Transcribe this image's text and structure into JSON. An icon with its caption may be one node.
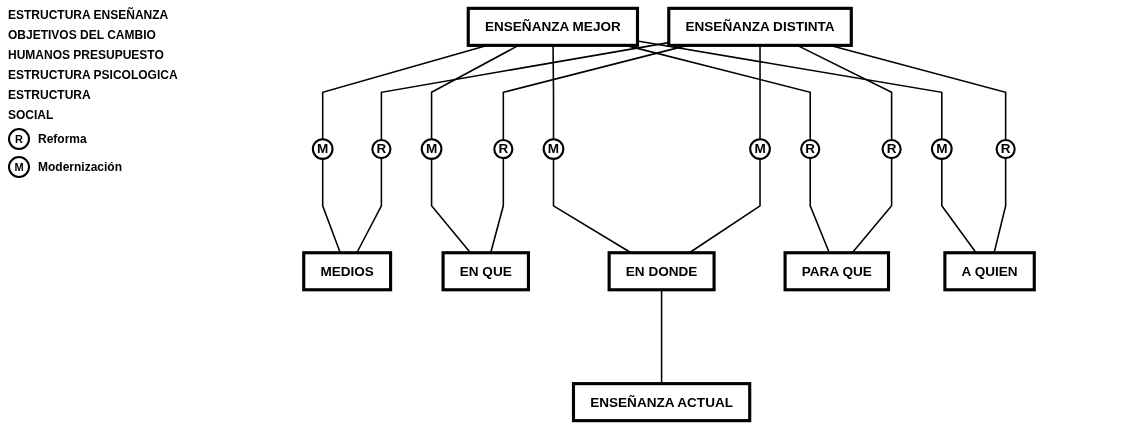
{
  "diagram": {
    "nodes": [
      {
        "text": [
          "ENSEÑANZA MEJOR"
        ]
      },
      {
        "text": [
          "ENSEÑANZA DISTINTA"
        ]
      },
      {
        "text": [
          "M"
        ]
      },
      {
        "text": [
          "R"
        ]
      },
      {
        "text": [
          "M"
        ]
      },
      {
        "text": [
          "R"
        ]
      },
      {
        "text": [
          "M"
        ]
      },
      {
        "text": [
          "M"
        ]
      },
      {
        "text": [
          "R"
        ]
      },
      {
        "text": [
          "R"
        ]
      },
      {
        "text": [
          "M"
        ]
      },
      {
        "text": [
          "R"
        ]
      },
      {
        "text": [
          "MEDIOS"
        ]
      },
      {
        "text": [
          "EN QUE"
        ]
      },
      {
        "text": [
          "EN DONDE"
        ]
      },
      {
        "text": [
          "PARA QUE"
        ]
      },
      {
        "text": [
          "A QUIEN"
        ]
      },
      {
        "text": [
          "ENSEÑANZA ACTUAL"
        ]
      }
    ],
    "edges": [
      {
        "from": 0,
        "to": 2,
        "arrow": "none"
      },
      {
        "from": 2,
        "to": 12,
        "arrow": "none"
      },
      {
        "from": 1,
        "to": 3,
        "arrow": "none"
      },
      {
        "from": 3,
        "to": 12,
        "arrow": "none"
      },
      {
        "from": 0,
        "to": 4,
        "arrow": "none"
      },
      {
        "from": 4,
        "to": 13,
        "arrow": "none"
      },
      {
        "from": 1,
        "to": 5,
        "arrow": "none"
      },
      {
        "from": 5,
        "to": 13,
        "arrow": "none"
      },
      {
        "from": 0,
        "to": 6,
        "arrow": "none"
      },
      {
        "from": 6,
        "to": 14,
        "arrow": "none"
      },
      {
        "from": 1,
        "to": 7,
        "arrow": "none"
      },
      {
        "from": 7,
        "to": 14,
        "arrow": "none"
      },
      {
        "from": 0,
        "to": 8,
        "arrow": "none"
      },
      {
        "from": 8,
        "to": 15,
        "arrow": "none"
      },
      {
        "from": 1,
        "to": 9,
        "arrow": "none"
      },
      {
        "from": 9,
        "to": 15,
        "arrow": "none"
      },
      {
        "from": 0,
        "to": 10,
        "arrow": "none"
      },
      {
        "from": 10,
        "to": 16,
        "arrow": "none"
      },
      {
        "from": 1,
        "to": 11,
        "arrow": "none"
      },
      {
        "from": 11,
        "to": 16,
        "arrow": "none"
      },
      {
        "from": 14,
        "to": 17,
        "arrow": "none"
      }
    ],
    "labels": [
      "ESTRUCTURA ENSEÑANZA",
      "OBJETIVOS DEL CAMBIO",
      "HUMANOS PRESUPUESTO",
      "ESTRUCTURA PSICOLOGICA",
      "ESTRUCTURA",
      "SOCIAL",
      "R",
      "M"
    ],
    "legend": [
      {
        "text": "Reforma"
      },
      {
        "text": "Modernización"
      }
    ]
  }
}
